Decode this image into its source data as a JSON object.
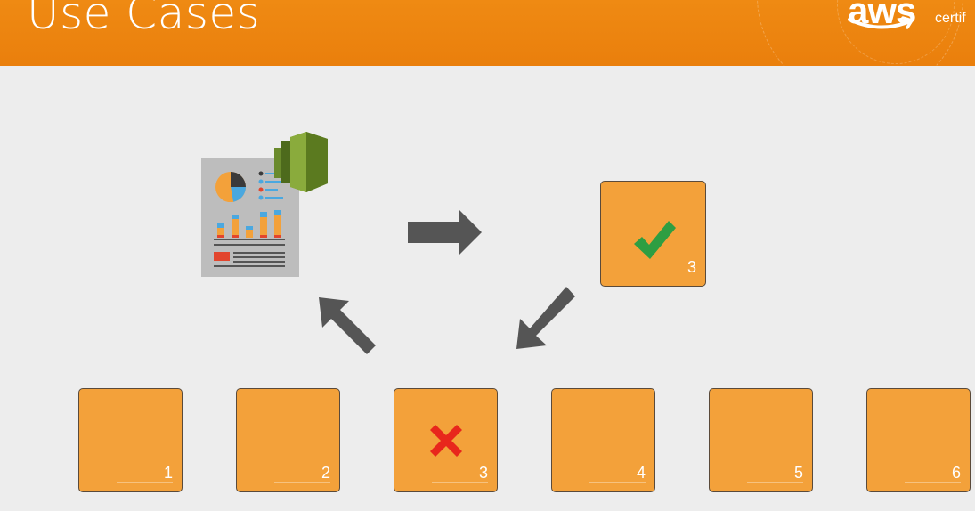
{
  "slide": {
    "title": "Use Cases",
    "logo_text": "aws",
    "logo_sub": "certif"
  },
  "colors": {
    "header": "#ee8912",
    "background": "#ededed",
    "card": "#f3a13a",
    "arrow": "#555555",
    "check": "#2e9e42",
    "cross": "#e8261c"
  },
  "icons": {
    "report": "report-document-icon",
    "kinesis": "kinesis-stream-icon",
    "success": "checkmark-icon",
    "failure": "cross-icon"
  },
  "processed_card": {
    "number": "3",
    "status": "success"
  },
  "cards": [
    {
      "number": "1"
    },
    {
      "number": "2"
    },
    {
      "number": "3",
      "status": "failure"
    },
    {
      "number": "4"
    },
    {
      "number": "5"
    },
    {
      "number": "6"
    }
  ]
}
